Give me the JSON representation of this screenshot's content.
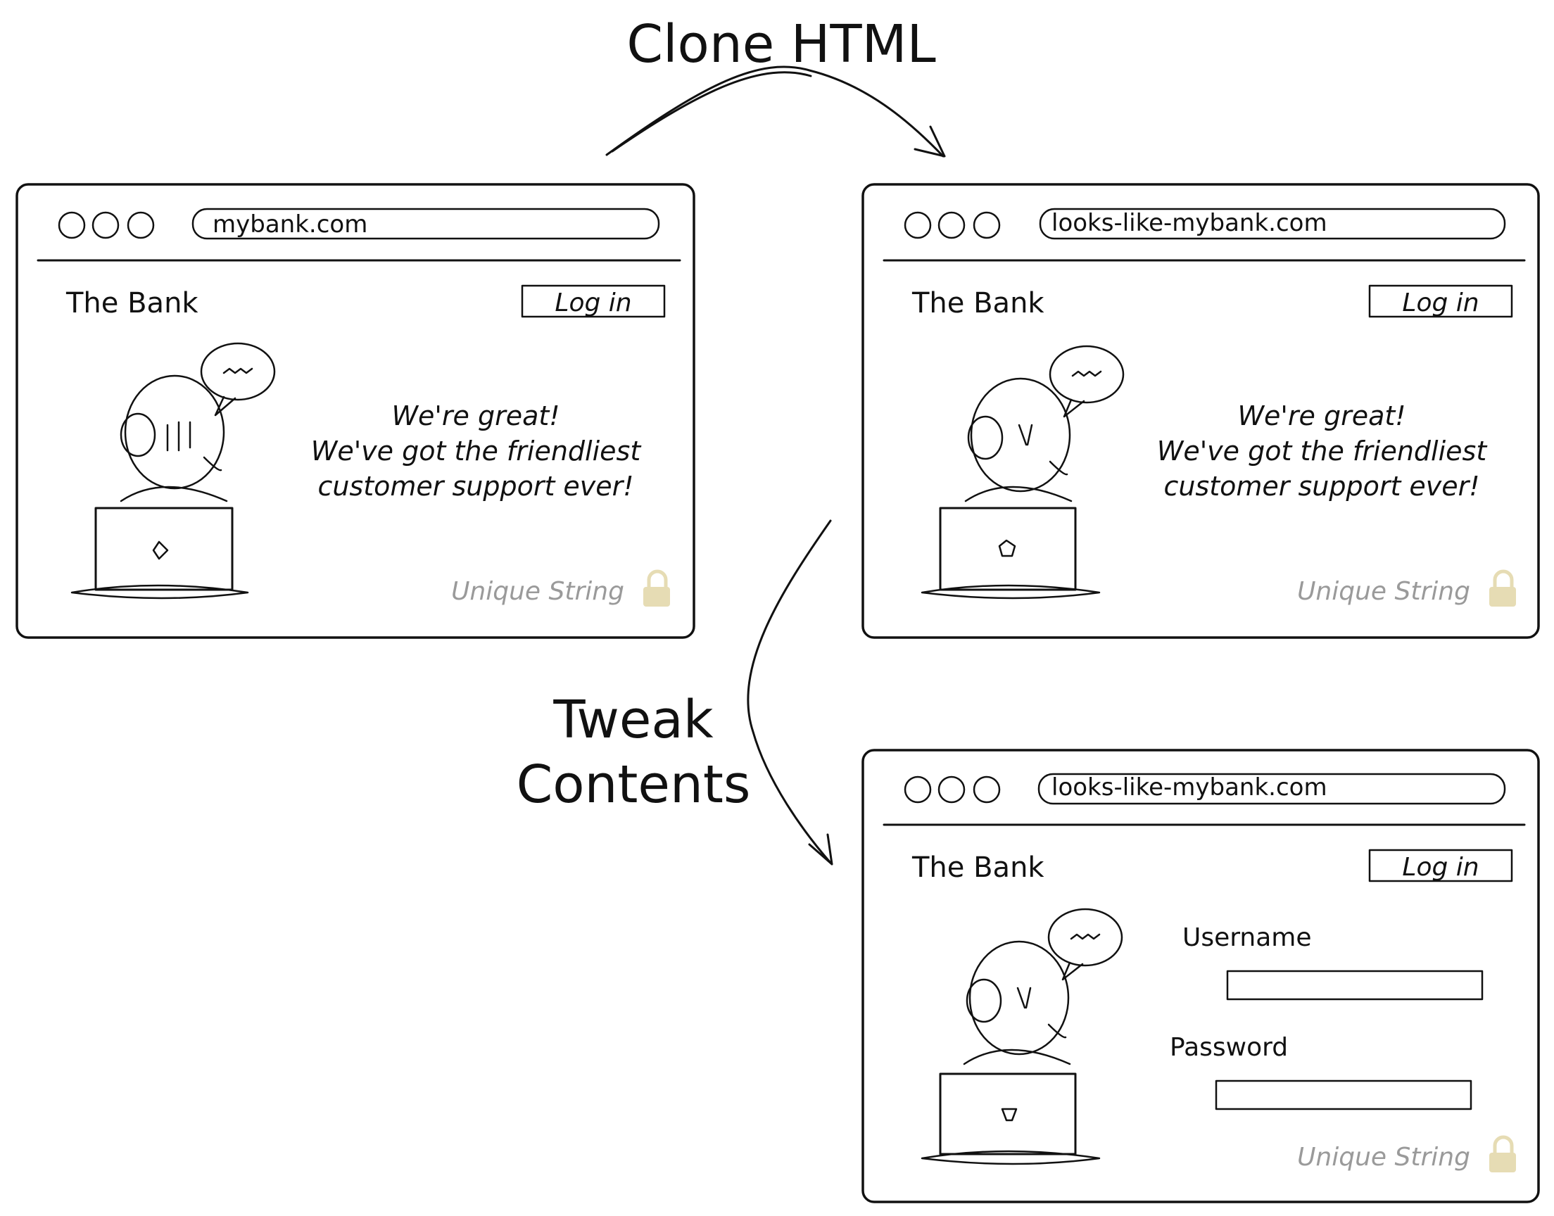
{
  "labels": {
    "clone": "Clone HTML",
    "tweak": [
      "Tweak",
      "Contents"
    ]
  },
  "windows": [
    {
      "id": "original",
      "url": "mybank.com",
      "site_title": "The Bank",
      "login_button": "Log in",
      "promo_lines": [
        "We're great!",
        "We've got the friendliest",
        "customer support ever!"
      ],
      "unique_string": "Unique String"
    },
    {
      "id": "cloned",
      "url": "looks-like-mybank.com",
      "site_title": "The Bank",
      "login_button": "Log in",
      "promo_lines": [
        "We're great!",
        "We've got the friendliest",
        "customer support ever!"
      ],
      "unique_string": "Unique String"
    },
    {
      "id": "tweaked",
      "url": "looks-like-mybank.com",
      "site_title": "The Bank",
      "login_button": "Log in",
      "form": {
        "username_label": "Username",
        "password_label": "Password"
      },
      "unique_string": "Unique String"
    }
  ],
  "colors": {
    "ink": "#111111",
    "muted_text": "#9a9a9a",
    "lock_icon": "#e6dcb4",
    "background": "#ffffff"
  }
}
